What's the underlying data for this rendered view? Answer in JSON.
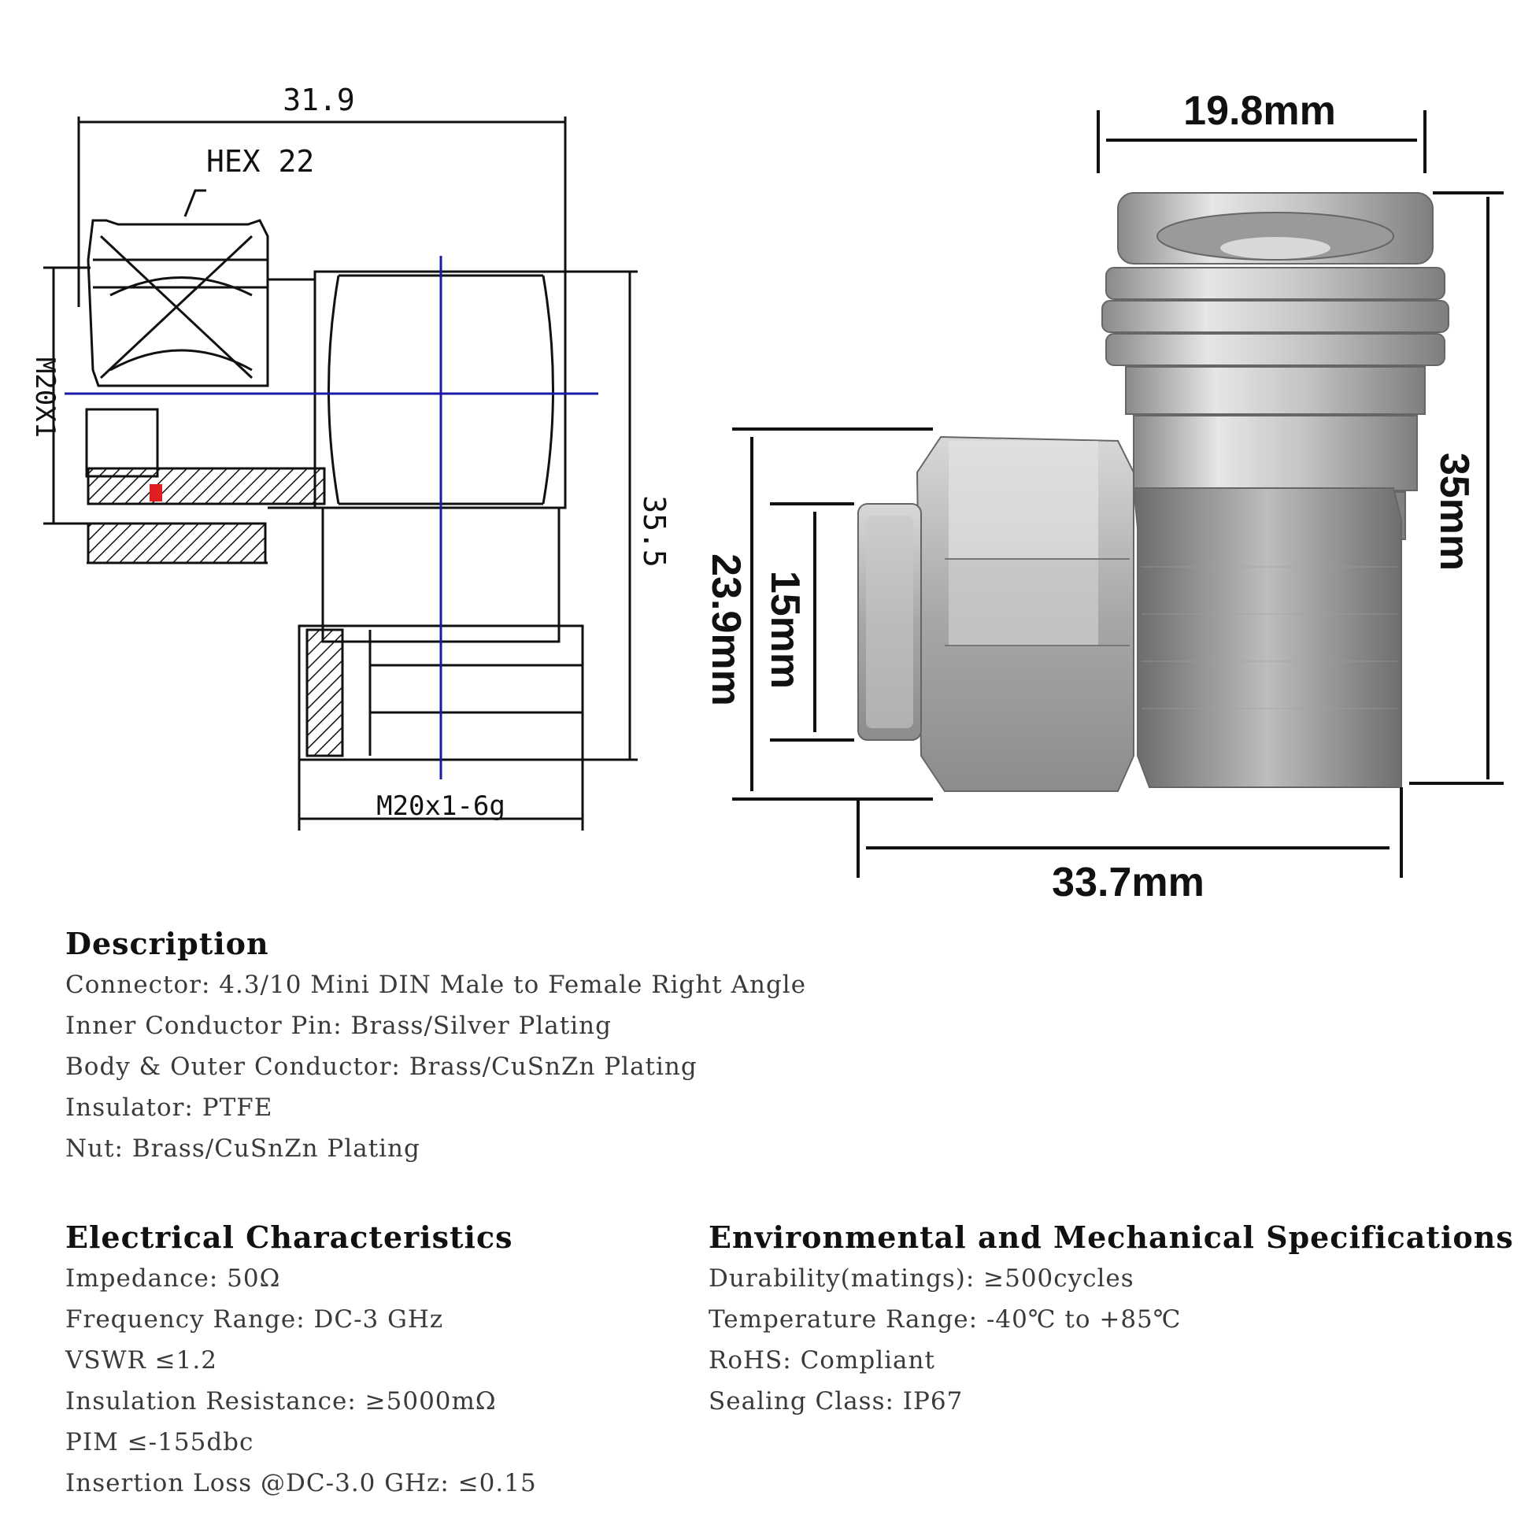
{
  "drawing": {
    "dim_top": "31.9",
    "hex": "HEX 22",
    "thread_left": "M20X1",
    "dim_right": "35.5",
    "thread_bottom": "M20x1-6g"
  },
  "photo": {
    "dim_top": "19.8mm",
    "dim_right": "35mm",
    "dim_left_outer": "23.9mm",
    "dim_left_inner": "15mm",
    "dim_bottom": "33.7mm"
  },
  "description": {
    "heading": "Description",
    "lines": [
      "Connector: 4.3/10 Mini DIN Male to Female Right Angle",
      "Inner Conductor Pin: Brass/Silver Plating",
      "Body & Outer Conductor: Brass/CuSnZn Plating",
      "Insulator: PTFE",
      "Nut: Brass/CuSnZn Plating"
    ]
  },
  "electrical": {
    "heading": "Electrical Characteristics",
    "lines": [
      "Impedance: 50Ω",
      "Frequency Range: DC-3 GHz",
      "VSWR ≤1.2",
      "Insulation Resistance: ≥5000mΩ",
      "PIM ≤-155dbc",
      "Insertion Loss @DC-3.0 GHz: ≤0.15"
    ]
  },
  "environmental": {
    "heading": "Environmental and Mechanical Specifications",
    "lines": [
      "Durability(matings): ≥500cycles",
      "Temperature Range: -40℃ to +85℃",
      "RoHS: Compliant",
      "Sealing Class: IP67"
    ]
  },
  "colors": {
    "centerline": "#1a1aa8",
    "marker": "#e02020",
    "metal": "#b8b8b8"
  }
}
